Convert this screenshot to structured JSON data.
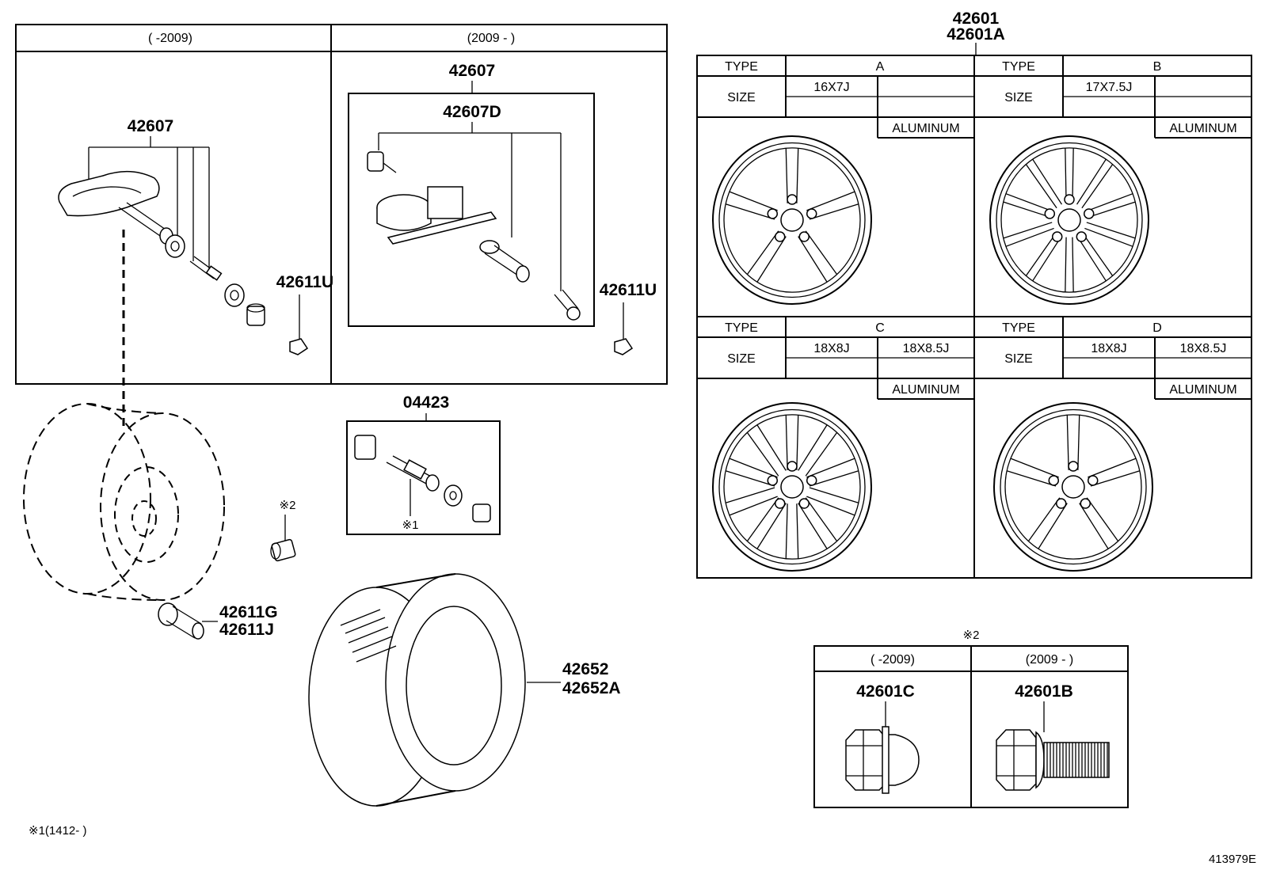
{
  "sensor_panel": {
    "left_header": "(      -2009)",
    "right_header": "(2009 -      )",
    "left_sensor_part": "42607",
    "right_sensor_part": "42607",
    "right_sensor_subpart": "42607D",
    "left_cap_part": "42611U",
    "right_cap_part": "42611U"
  },
  "valve_kit": {
    "part": "04423",
    "note": "※1"
  },
  "loose_parts": {
    "nut_note": "※2",
    "valve_parts": [
      "42611G",
      "42611J"
    ],
    "tire_parts": [
      "42652",
      "42652A"
    ]
  },
  "wheel_table": {
    "parts": [
      "42601",
      "42601A"
    ],
    "type_label": "TYPE",
    "size_label": "SIZE",
    "material": "ALUMINUM",
    "wheels": [
      {
        "type": "A",
        "sizes": [
          "16X7J",
          ""
        ]
      },
      {
        "type": "B",
        "sizes": [
          "17X7.5J",
          ""
        ]
      },
      {
        "type": "C",
        "sizes": [
          "18X8J",
          "18X8.5J"
        ]
      },
      {
        "type": "D",
        "sizes": [
          "18X8J",
          "18X8.5J"
        ]
      }
    ]
  },
  "nut_table": {
    "note": "※2",
    "left_header": "(      -2009)",
    "right_header": "(2009 -      )",
    "left_part": "42601C",
    "right_part": "42601B"
  },
  "footnote": "※1(1412-      )",
  "diagram_id": "413979E"
}
